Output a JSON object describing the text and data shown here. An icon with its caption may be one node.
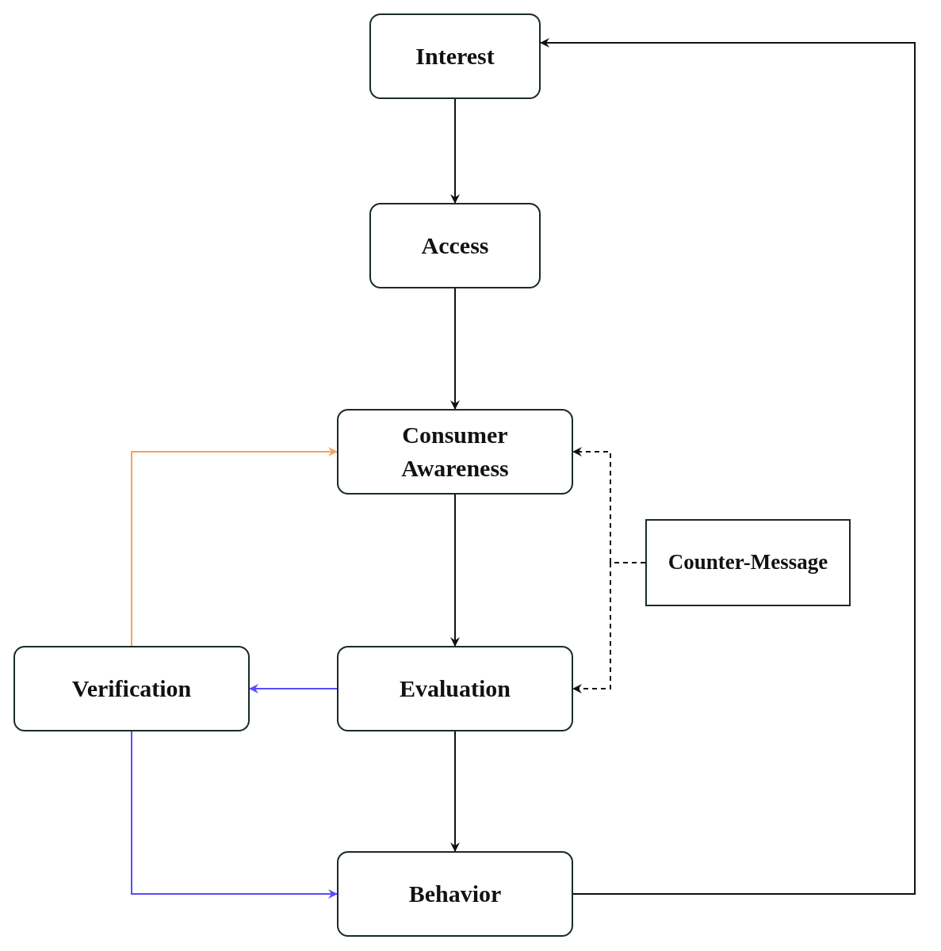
{
  "diagram": {
    "nodes": [
      {
        "text": [
          "Interest"
        ]
      },
      {
        "text": [
          "Access"
        ]
      },
      {
        "text": [
          "Consumer Awareness"
        ]
      },
      {
        "text": [
          "Counter-Message"
        ]
      },
      {
        "text": [
          "Verification"
        ]
      },
      {
        "text": [
          "Evaluation"
        ]
      },
      {
        "text": [
          "Behavior"
        ]
      }
    ],
    "edges": [
      {
        "from": 0,
        "to": 1,
        "arrow": "to"
      },
      {
        "from": 1,
        "to": 2,
        "arrow": "to"
      },
      {
        "from": 2,
        "to": 5,
        "arrow": "to"
      },
      {
        "from": 5,
        "to": 6,
        "arrow": "to"
      },
      {
        "from": 5,
        "to": 4,
        "arrow": "to",
        "color": "#5b4bff"
      },
      {
        "from": 4,
        "to": 2,
        "arrow": "to",
        "color": "#f5a263"
      },
      {
        "from": 4,
        "to": 6,
        "arrow": "to",
        "color": "#5b4bff"
      },
      {
        "from": 6,
        "to": 0,
        "arrow": "to"
      },
      {
        "from": 3,
        "to": 2,
        "arrow": "to",
        "style": "dashed"
      },
      {
        "from": 3,
        "to": 5,
        "arrow": "to",
        "style": "dashed"
      }
    ]
  }
}
